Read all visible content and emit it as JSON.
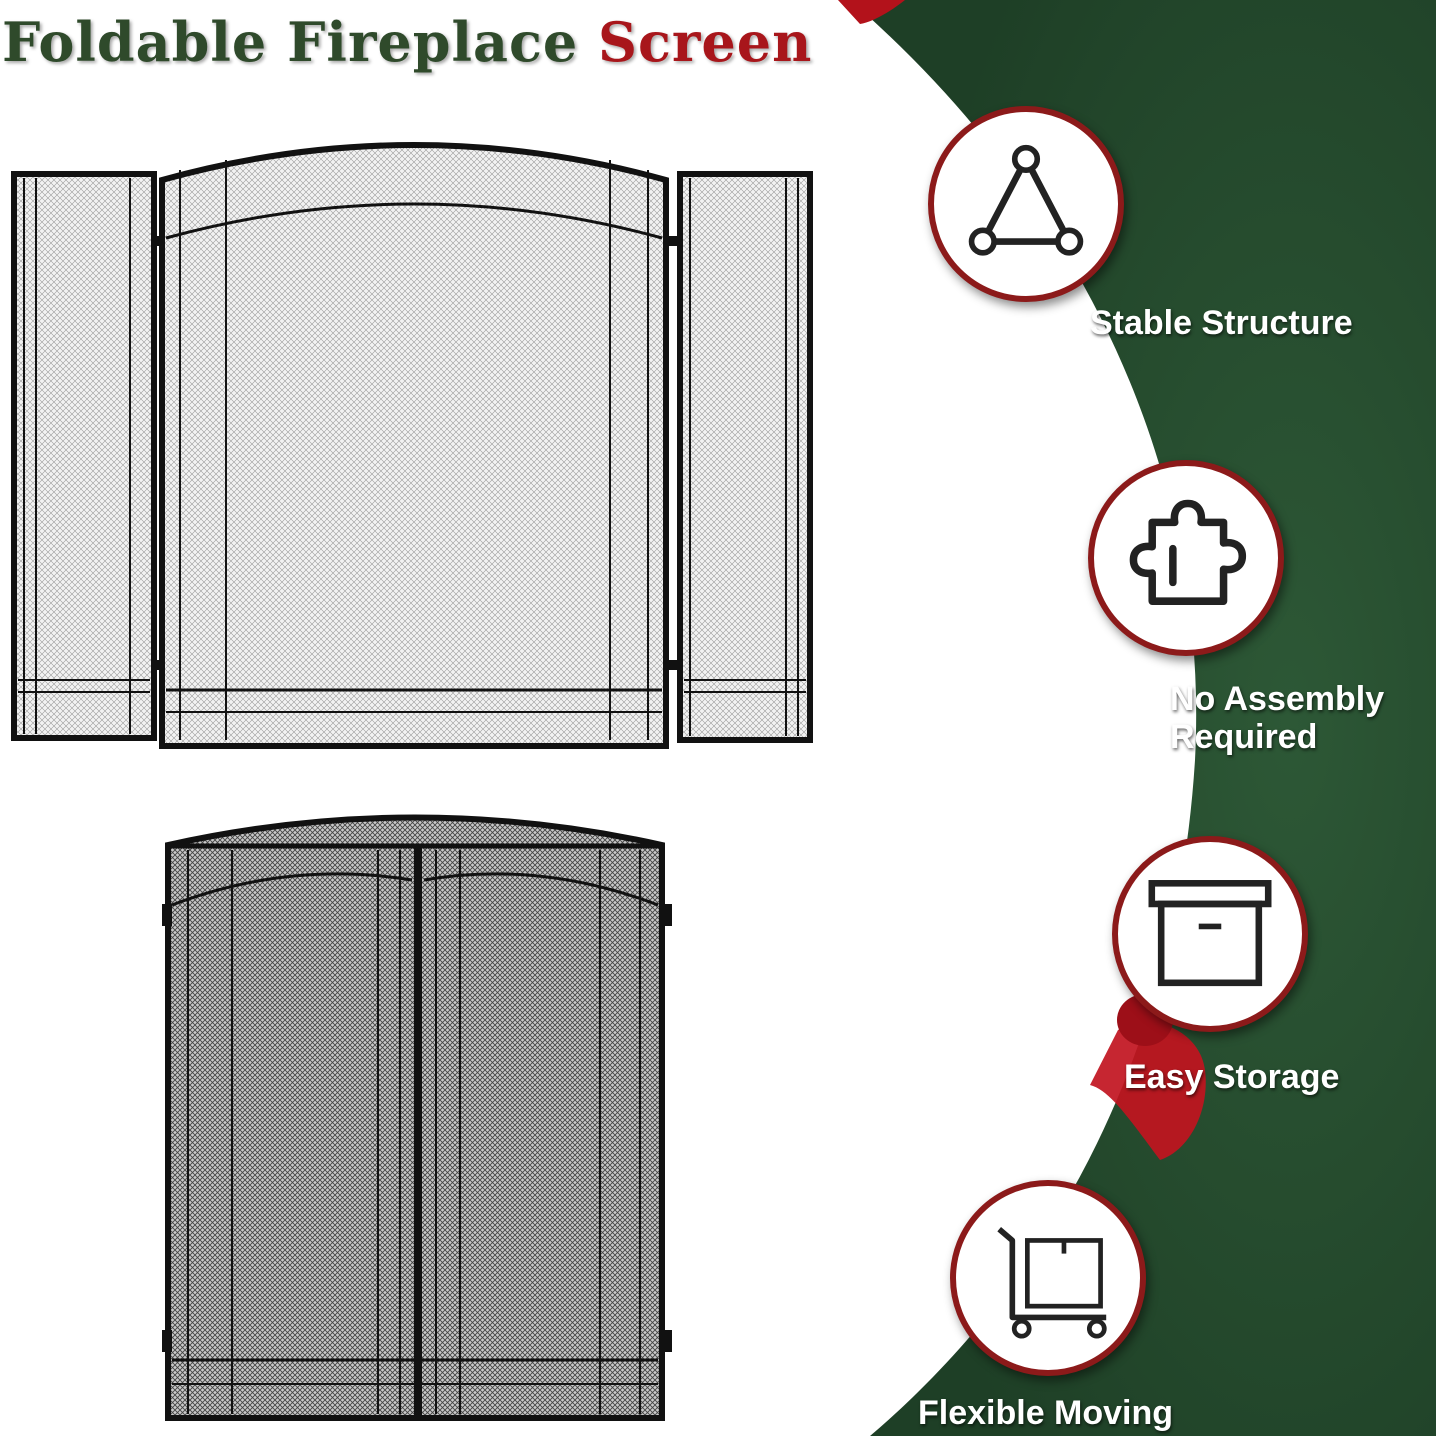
{
  "title": {
    "text_main": "Foldable Fireplace ",
    "text_accent": "Screen"
  },
  "colors": {
    "background_green": "#23492c",
    "accent_red": "#a8161b",
    "badge_ring": "#8c1a1a",
    "label_text": "#ffffff",
    "frame_black": "#111111"
  },
  "features": [
    {
      "label": "Stable Structure",
      "icon": "triangle-nodes-icon"
    },
    {
      "label_line1": "No Assembly",
      "label_line2": "Required",
      "icon": "puzzle-piece-icon"
    },
    {
      "label": "Easy Storage",
      "icon": "storage-box-icon"
    },
    {
      "label": "Flexible Moving",
      "icon": "hand-cart-icon"
    }
  ]
}
